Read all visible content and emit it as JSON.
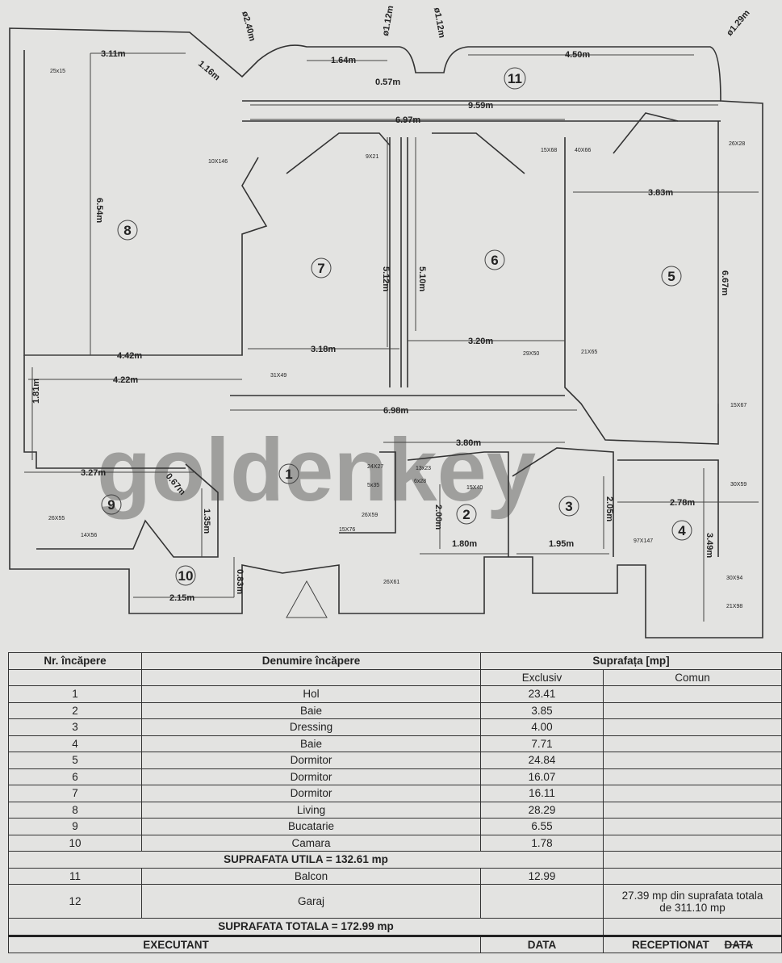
{
  "watermark": "goldenkey",
  "plan": {
    "rooms": [
      "1",
      "2",
      "3",
      "4",
      "5",
      "6",
      "7",
      "8",
      "9",
      "10",
      "11"
    ],
    "dims": {
      "d311": "3.11m",
      "d116": "1.16m",
      "d240": "ø2.40m",
      "d164": "1.64m",
      "d112a": "ø1.12m",
      "d112b": "ø1.12m",
      "d057": "0.57m",
      "d450": "4.50m",
      "d129": "ø1.29m",
      "d959": "9.59m",
      "d697": "6.97m",
      "d383": "3.83m",
      "d654": "6.54m",
      "d512": "5.12m",
      "d510": "5.10m",
      "d667": "6.67m",
      "d442": "4.42m",
      "d318": "3.18m",
      "d320": "3.20m",
      "d422": "4.22m",
      "d698": "6.98m",
      "d181": "1.81m",
      "d380": "3.80m",
      "d327": "3.27m",
      "d067": "0.67m",
      "d135": "1.35m",
      "d200": "2.00m",
      "d205": "2.05m",
      "d278": "2.78m",
      "d180": "1.80m",
      "d195": "1.95m",
      "d349": "3.49m",
      "d083": "0.83m",
      "d215": "2.15m"
    },
    "windows": [
      "25x15",
      "10X146",
      "9X21",
      "15X68",
      "40X66",
      "26X28",
      "29X50",
      "21X65",
      "31X49",
      "15X67",
      "24X27",
      "13x23",
      "5x35",
      "6x28",
      "15X40",
      "26X59",
      "15X76",
      "26X55",
      "14X56",
      "26X61",
      "97X147",
      "30X59",
      "30X94",
      "21X98"
    ]
  },
  "table": {
    "headers": {
      "nr": "Nr. încăpere",
      "name": "Denumire încăpere",
      "area": "Suprafața [mp]",
      "excl": "Exclusiv",
      "comun": "Comun"
    },
    "rows": [
      {
        "nr": "1",
        "name": "Hol",
        "excl": "23.41"
      },
      {
        "nr": "2",
        "name": "Baie",
        "excl": "3.85"
      },
      {
        "nr": "3",
        "name": "Dressing",
        "excl": "4.00"
      },
      {
        "nr": "4",
        "name": "Baie",
        "excl": "7.71"
      },
      {
        "nr": "5",
        "name": "Dormitor",
        "excl": "24.84"
      },
      {
        "nr": "6",
        "name": "Dormitor",
        "excl": "16.07"
      },
      {
        "nr": "7",
        "name": "Dormitor",
        "excl": "16.11"
      },
      {
        "nr": "8",
        "name": "Living",
        "excl": "28.29"
      },
      {
        "nr": "9",
        "name": "Bucatarie",
        "excl": "6.55"
      },
      {
        "nr": "10",
        "name": "Camara",
        "excl": "1.78"
      }
    ],
    "utila": "SUPRAFATA UTILA = 132.61 mp",
    "extra": [
      {
        "nr": "11",
        "name": "Balcon",
        "excl": "12.99",
        "comun": ""
      },
      {
        "nr": "12",
        "name": "Garaj",
        "excl": "",
        "comun": "27.39 mp din suprafata totala de 311.10 mp"
      }
    ],
    "totala": "SUPRAFATA TOTALA = 172.99 mp",
    "footer": {
      "executant": "EXECUTANT",
      "data": "DATA",
      "receptionat": "RECEPTIONAT",
      "data2": "DATA"
    }
  }
}
